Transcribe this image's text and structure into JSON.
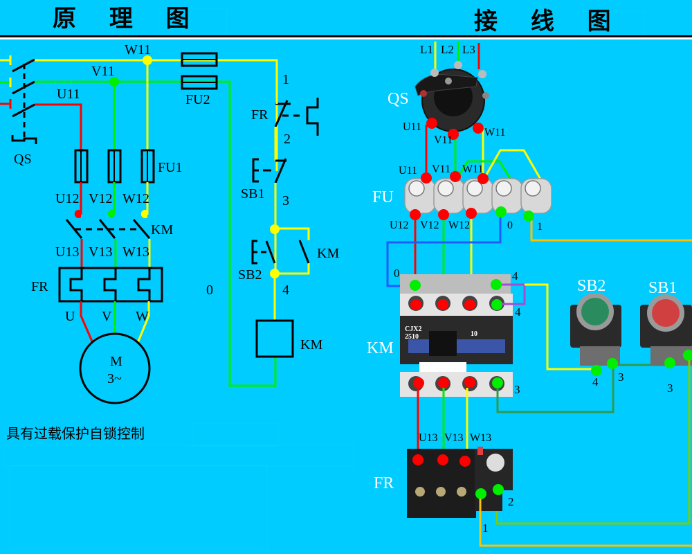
{
  "titles": {
    "schematic": "原 理 图",
    "wiring": "接 线 图"
  },
  "caption": "具有过载保护自锁控制",
  "colors": {
    "background": "#00CCFF",
    "phase_u": "#FF0000",
    "phase_v": "#00EE00",
    "phase_w": "#FFFF00",
    "neutral_blue": "#1E5BFF",
    "wire_orange": "#FFC000",
    "wire_purple": "#A050D0",
    "wire_darkgreen": "#2E9A50",
    "wire_olive": "#7FCC00"
  },
  "schematic": {
    "nodes": {
      "w11": "W11",
      "v11": "V11",
      "u11": "U11"
    },
    "qs": "QS",
    "fu1": "FU1",
    "fu2": "FU2",
    "mid": {
      "u12": "U12",
      "v12": "V12",
      "w12": "W12",
      "km": "KM",
      "u13": "U13",
      "v13": "V13",
      "w13": "W13"
    },
    "fr": "FR",
    "motor_terms": {
      "u": "U",
      "v": "V",
      "w": "W"
    },
    "motor": {
      "line1": "M",
      "line2": "3~"
    },
    "control": {
      "n1": "1",
      "fr": "FR",
      "n2": "2",
      "sb1": "SB1",
      "n3": "3",
      "km_contact": "KM",
      "sb2": "SB2",
      "n4": "4",
      "coil": "KM",
      "n0": "0"
    }
  },
  "wiring": {
    "supply": {
      "l1": "L1",
      "l2": "L2",
      "l3": "L3"
    },
    "qs": {
      "label": "QS",
      "u11": "U11",
      "v11": "V11",
      "w11": "W11"
    },
    "fu": {
      "label": "FU",
      "top": [
        "U11",
        "V11",
        "W11"
      ],
      "bottom": [
        "U12",
        "V12",
        "W12",
        "0",
        "1"
      ]
    },
    "km": {
      "label": "KM",
      "model_line1": "CJX2",
      "model_line2": "2510",
      "model_code": "10",
      "t0": "0",
      "t4a": "4",
      "t4b": "4",
      "t3": "3"
    },
    "sb2": {
      "label": "SB2",
      "t4": "4",
      "t3": "3"
    },
    "sb1": {
      "label": "SB1",
      "t3": "3"
    },
    "fr": {
      "label": "FR",
      "top": [
        "U13",
        "V13",
        "W13"
      ],
      "t1": "1",
      "t2": "2"
    }
  }
}
